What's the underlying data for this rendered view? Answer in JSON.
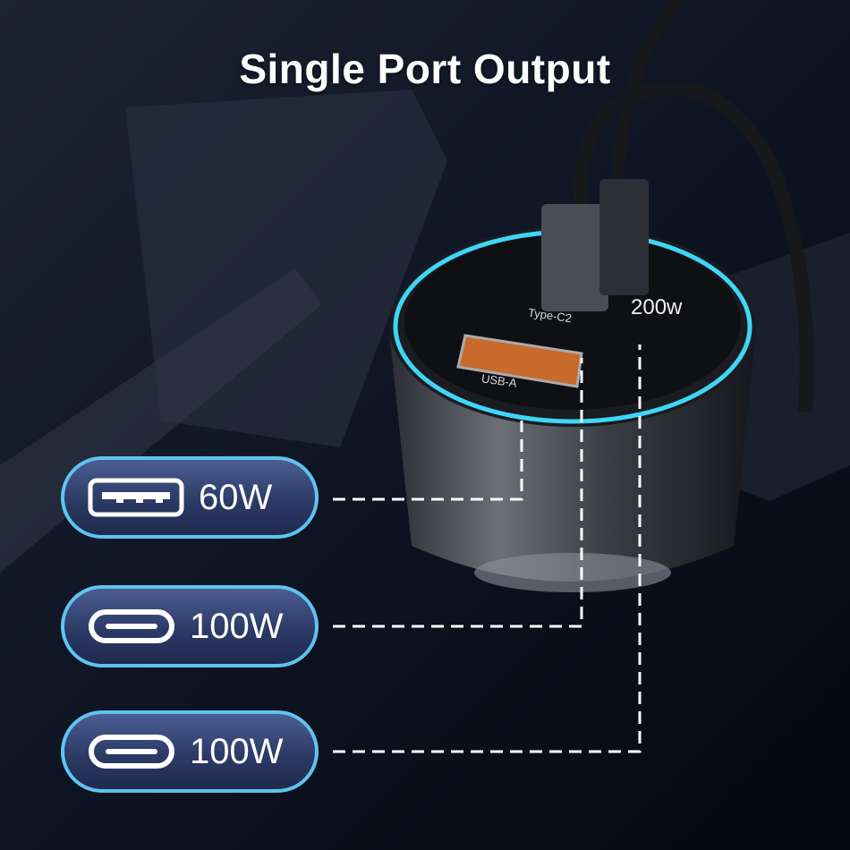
{
  "title": "Single Port Output",
  "product_labels": {
    "port_c2": "Type-C2",
    "port_a": "USB-A",
    "power": "200w"
  },
  "ports": [
    {
      "icon": "usb-a-icon",
      "power": "60W"
    },
    {
      "icon": "usb-c-icon",
      "power": "100W"
    },
    {
      "icon": "usb-c-icon",
      "power": "100W"
    }
  ],
  "colors": {
    "accent": "#5ec4ef",
    "pill": "#2c3a66",
    "ring": "#3fd6f5"
  }
}
